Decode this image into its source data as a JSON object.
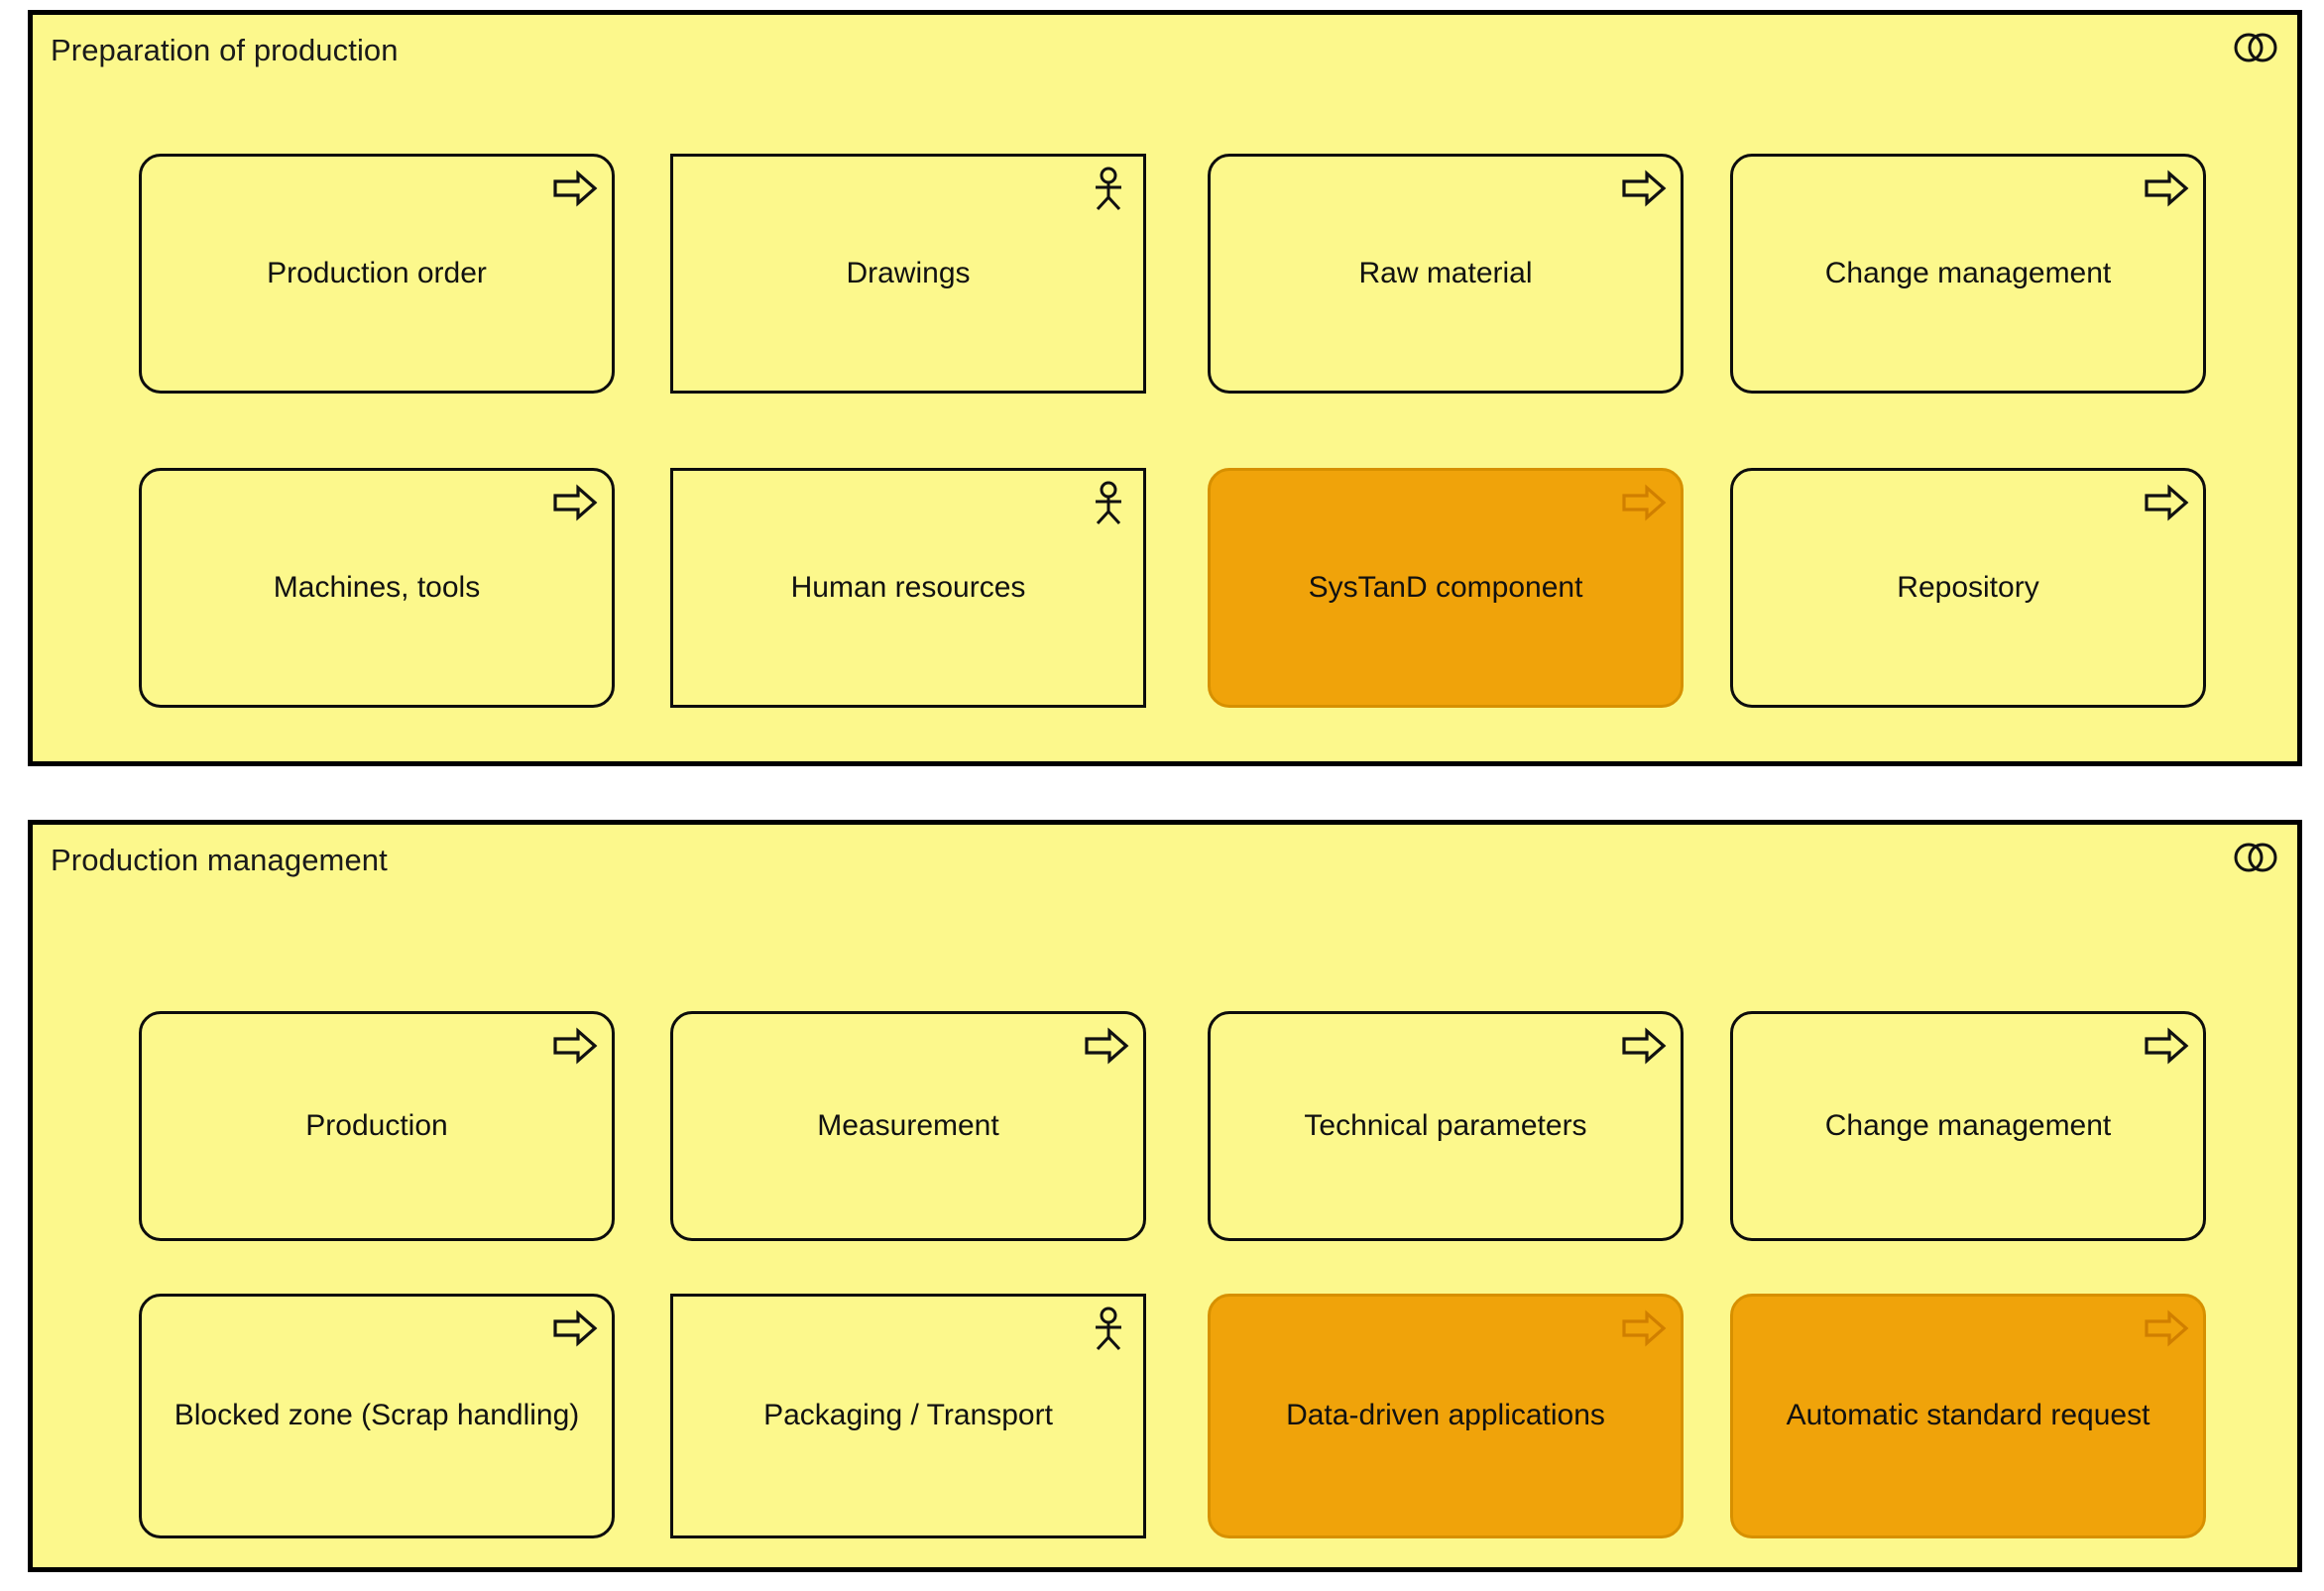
{
  "diagram": {
    "type": "archimate-grouping",
    "background_color": "#ffffff",
    "group_fill": "#fcf88c",
    "group_border": "#000000",
    "element_fill": "#fcf88c",
    "element_border": "#0d0d0d",
    "highlight_fill": "#f0a30a",
    "highlight_border": "#d79000",
    "text_color": "#111111"
  },
  "groups": [
    {
      "title": "Preparation of production",
      "badge_icon": "grouping-collaboration-icon",
      "rows": [
        [
          {
            "label": "Production order",
            "icon": "business-process-arrow-icon",
            "shape": "rounded",
            "highlight": false
          },
          {
            "label": "Drawings",
            "icon": "business-actor-icon",
            "shape": "square",
            "highlight": false
          },
          {
            "label": "Raw material",
            "icon": "business-process-arrow-icon",
            "shape": "rounded",
            "highlight": false
          },
          {
            "label": "Change management",
            "icon": "business-process-arrow-icon",
            "shape": "rounded",
            "highlight": false
          }
        ],
        [
          {
            "label": "Machines, tools",
            "icon": "business-process-arrow-icon",
            "shape": "rounded",
            "highlight": false
          },
          {
            "label": "Human resources",
            "icon": "business-actor-icon",
            "shape": "square",
            "highlight": false
          },
          {
            "label": "SysTanD component",
            "icon": "business-process-arrow-icon",
            "shape": "rounded",
            "highlight": true
          },
          {
            "label": "Repository",
            "icon": "business-process-arrow-icon",
            "shape": "rounded",
            "highlight": false
          }
        ]
      ]
    },
    {
      "title": "Production management",
      "badge_icon": "grouping-collaboration-icon",
      "rows": [
        [
          {
            "label": "Production",
            "icon": "business-process-arrow-icon",
            "shape": "rounded",
            "highlight": false
          },
          {
            "label": "Measurement",
            "icon": "business-process-arrow-icon",
            "shape": "rounded",
            "highlight": false
          },
          {
            "label": "Technical parameters",
            "icon": "business-process-arrow-icon",
            "shape": "rounded",
            "highlight": false
          },
          {
            "label": "Change management",
            "icon": "business-process-arrow-icon",
            "shape": "rounded",
            "highlight": false
          }
        ],
        [
          {
            "label": "Blocked zone (Scrap handling)",
            "icon": "business-process-arrow-icon",
            "shape": "rounded",
            "highlight": false
          },
          {
            "label": "Packaging / Transport",
            "icon": "business-actor-icon",
            "shape": "square",
            "highlight": false
          },
          {
            "label": "Data-driven applications",
            "icon": "business-process-arrow-icon",
            "shape": "rounded",
            "highlight": true
          },
          {
            "label": "Automatic standard request",
            "icon": "business-process-arrow-icon",
            "shape": "rounded",
            "highlight": true
          }
        ]
      ]
    }
  ]
}
